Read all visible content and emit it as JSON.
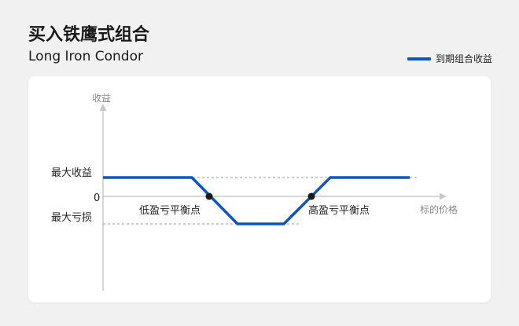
{
  "header": {
    "title": "买入铁鹰式组合",
    "subtitle": "Long Iron Condor"
  },
  "legend": {
    "label": "到期组合收益",
    "color": "#0a56c2"
  },
  "diagram": {
    "y_axis_label": "收益",
    "x_axis_label": "标的价格",
    "max_profit_label": "最大收益",
    "zero_label": "0",
    "max_loss_label": "最大亏损",
    "lower_breakeven_label": "低盈亏平衡点",
    "upper_breakeven_label": "高盈亏平衡点",
    "line_color": "#0a56c2",
    "axis_color": "#c8c8c8",
    "guide_color": "#9a9a9a"
  }
}
